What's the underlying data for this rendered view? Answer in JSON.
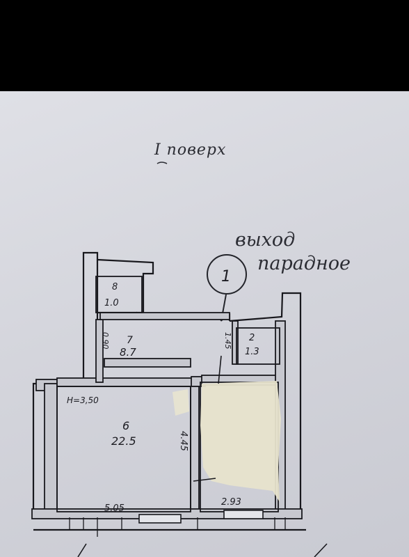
{
  "floor_title": "I поверх",
  "exit_note": {
    "line1": "выход",
    "line2": "парадное"
  },
  "marker": "1",
  "ceiling_height": "H=3,50",
  "rooms": [
    {
      "id": "room-6",
      "number": "6",
      "area": "22.5"
    },
    {
      "id": "room-7",
      "number": "7",
      "area": "8.7"
    },
    {
      "id": "room-8",
      "number": "8",
      "area": "1.0"
    },
    {
      "id": "room-2",
      "number": "2",
      "area": "1.3"
    }
  ],
  "dimensions": {
    "room6_width": "5.05",
    "room6_depth": "4.45",
    "right_room_width": "2.93",
    "room7_side": "0.90",
    "corridor_side": "1.45"
  },
  "colors": {
    "paper": "#d7d8de",
    "ink": "#1c1c22",
    "correction_paint": "#e7e3cc"
  }
}
